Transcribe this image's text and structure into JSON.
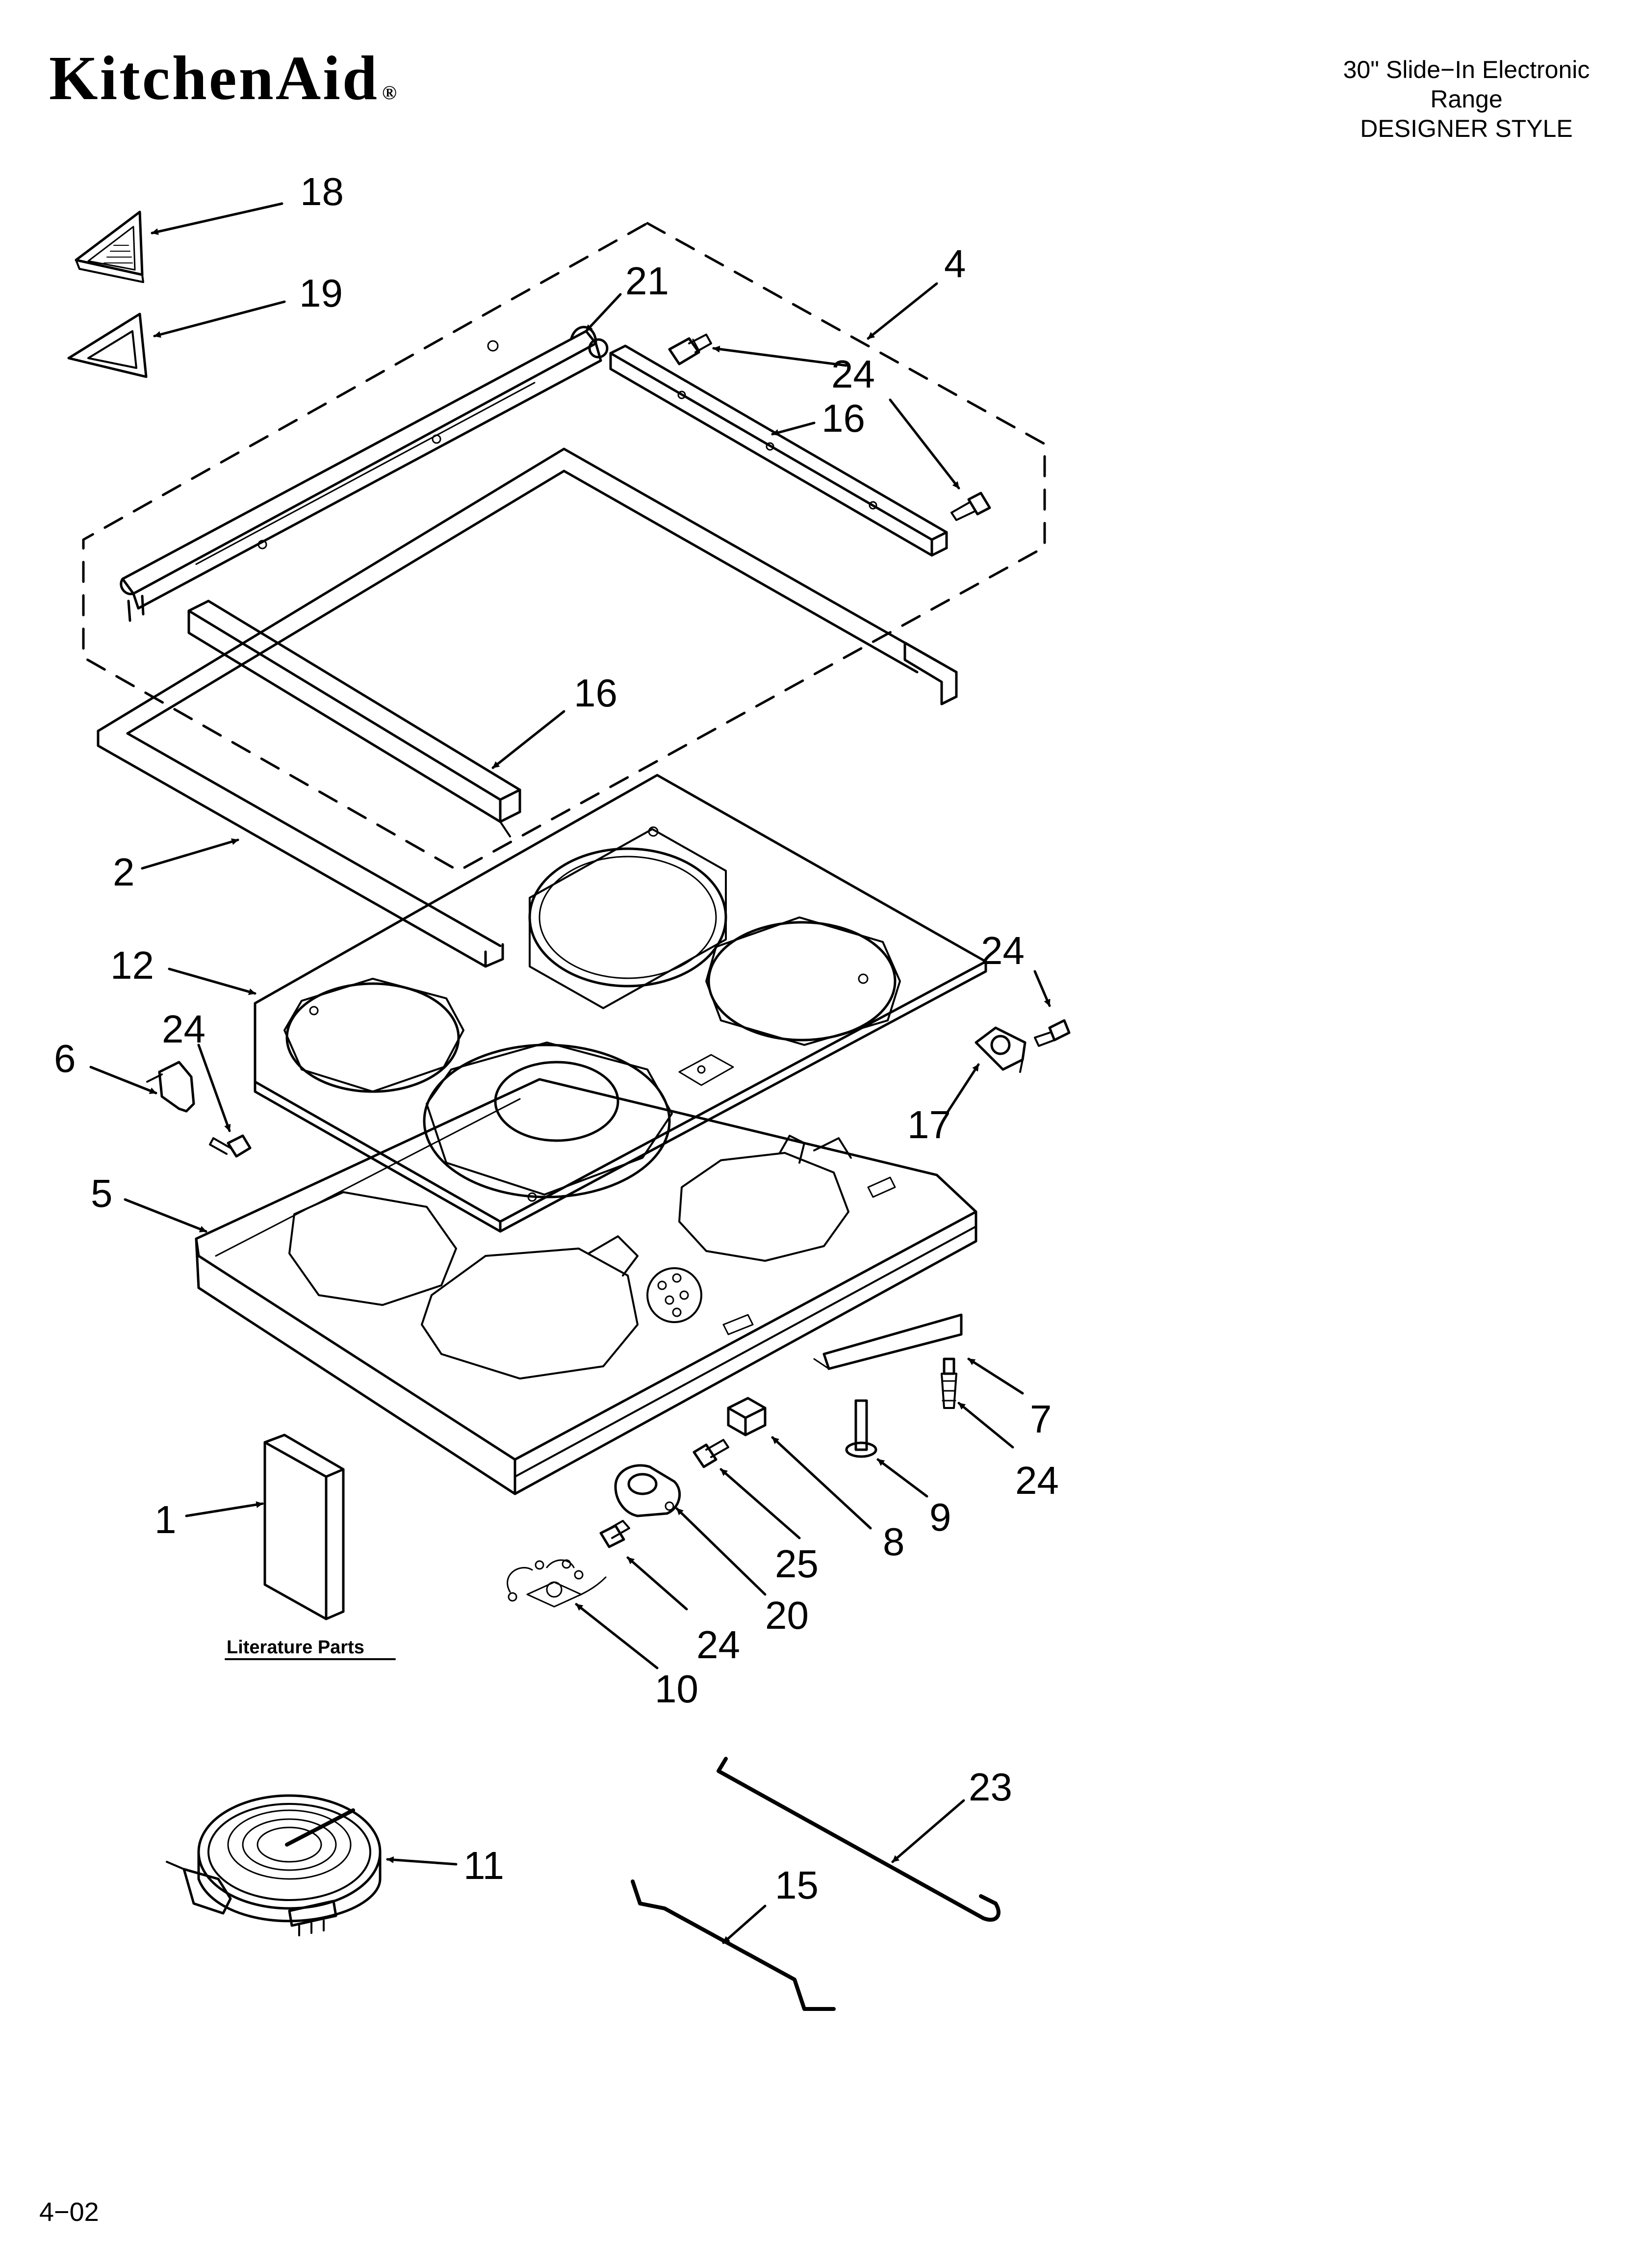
{
  "header": {
    "brand": "KitchenAid",
    "registered_mark": "®",
    "model_lines": [
      "30\" Slide−In Electronic",
      "Range",
      "DESIGNER STYLE"
    ]
  },
  "literature_label": "Literature Parts",
  "callouts": [
    {
      "id": "c18a",
      "text": "18"
    },
    {
      "id": "c19",
      "text": "19"
    },
    {
      "id": "c21",
      "text": "21"
    },
    {
      "id": "c4",
      "text": "4"
    },
    {
      "id": "c24a",
      "text": "24"
    },
    {
      "id": "c16a",
      "text": "16"
    },
    {
      "id": "c16b",
      "text": "16"
    },
    {
      "id": "c2",
      "text": "2"
    },
    {
      "id": "c12",
      "text": "12"
    },
    {
      "id": "c24b",
      "text": "24"
    },
    {
      "id": "c24c",
      "text": "24"
    },
    {
      "id": "c6",
      "text": "6"
    },
    {
      "id": "c17",
      "text": "17"
    },
    {
      "id": "c5",
      "text": "5"
    },
    {
      "id": "c7",
      "text": "7"
    },
    {
      "id": "c24d",
      "text": "24"
    },
    {
      "id": "c1",
      "text": "1"
    },
    {
      "id": "c9",
      "text": "9"
    },
    {
      "id": "c8",
      "text": "8"
    },
    {
      "id": "c25",
      "text": "25"
    },
    {
      "id": "c20",
      "text": "20"
    },
    {
      "id": "c24e",
      "text": "24"
    },
    {
      "id": "c10",
      "text": "10"
    },
    {
      "id": "c23",
      "text": "23"
    },
    {
      "id": "c11",
      "text": "11"
    },
    {
      "id": "c15",
      "text": "15"
    }
  ],
  "footer": "4−02"
}
